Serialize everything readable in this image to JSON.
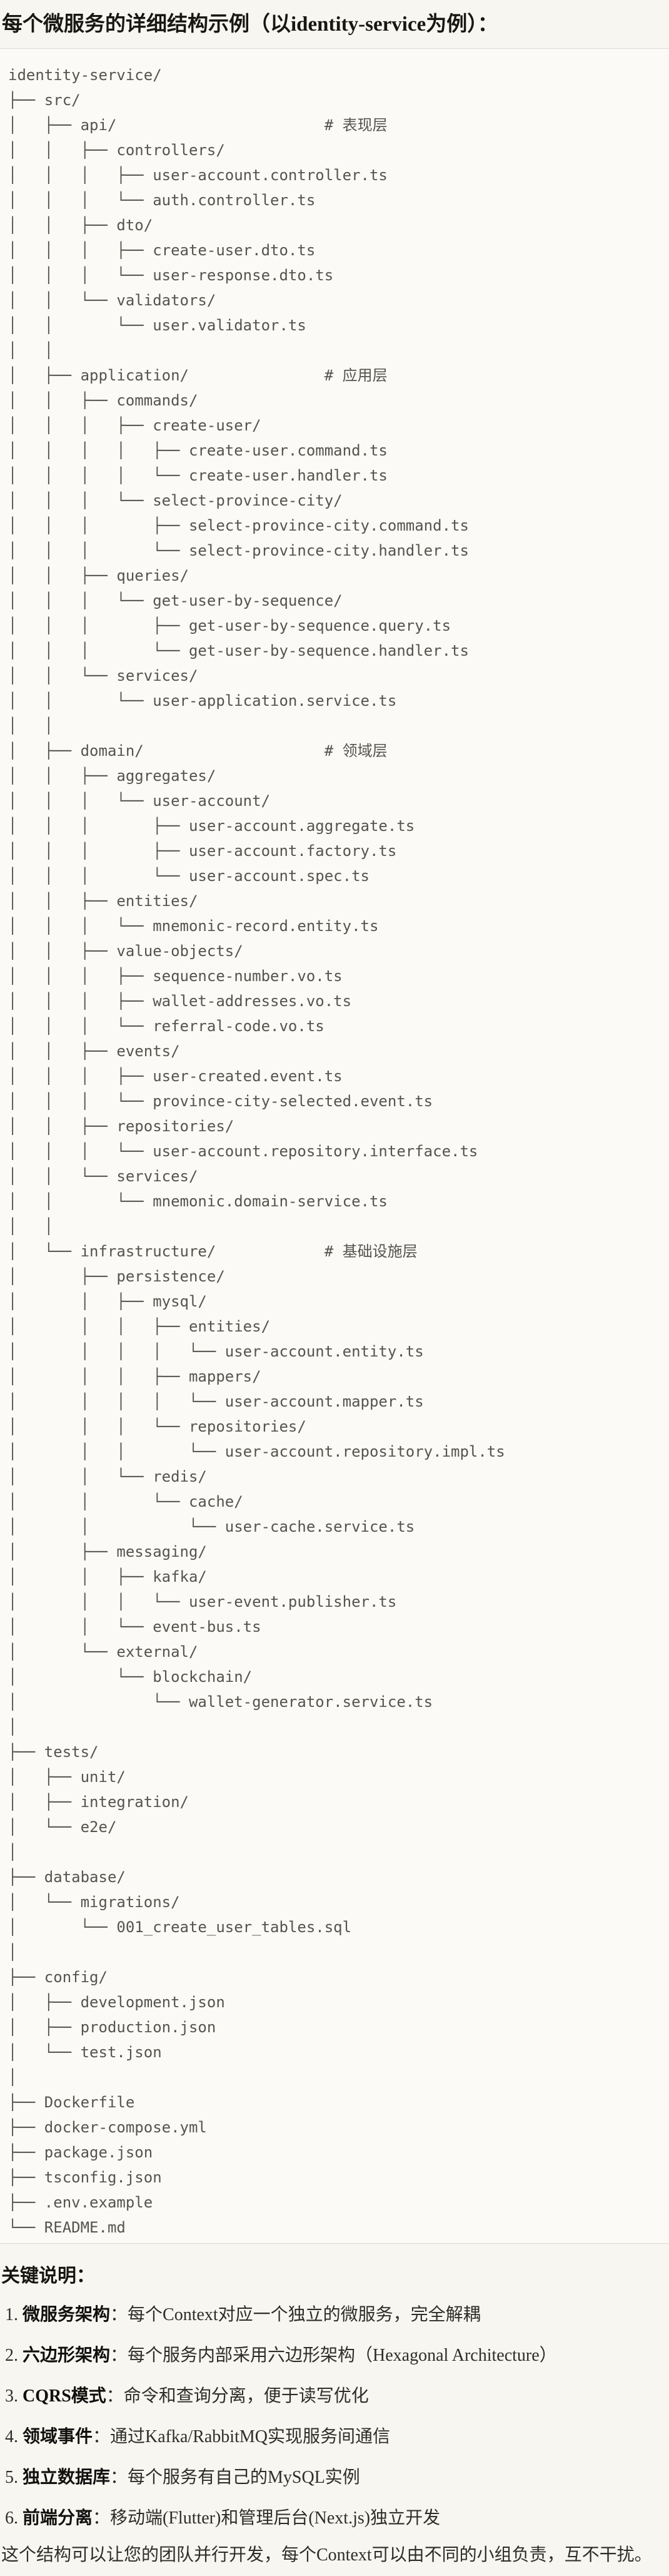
{
  "title": "每个微服务的详细结构示例（以identity-service为例）：",
  "code": {
    "language": "text",
    "tree_lines": [
      "identity-service/",
      "├── src/",
      "│   ├── api/                       # 表现层",
      "│   │   ├── controllers/",
      "│   │   │   ├── user-account.controller.ts",
      "│   │   │   └── auth.controller.ts",
      "│   │   ├── dto/",
      "│   │   │   ├── create-user.dto.ts",
      "│   │   │   └── user-response.dto.ts",
      "│   │   └── validators/",
      "│   │       └── user.validator.ts",
      "│   │",
      "│   ├── application/               # 应用层",
      "│   │   ├── commands/",
      "│   │   │   ├── create-user/",
      "│   │   │   │   ├── create-user.command.ts",
      "│   │   │   │   └── create-user.handler.ts",
      "│   │   │   └── select-province-city/",
      "│   │   │       ├── select-province-city.command.ts",
      "│   │   │       └── select-province-city.handler.ts",
      "│   │   ├── queries/",
      "│   │   │   └── get-user-by-sequence/",
      "│   │   │       ├── get-user-by-sequence.query.ts",
      "│   │   │       └── get-user-by-sequence.handler.ts",
      "│   │   └── services/",
      "│   │       └── user-application.service.ts",
      "│   │",
      "│   ├── domain/                    # 领域层",
      "│   │   ├── aggregates/",
      "│   │   │   └── user-account/",
      "│   │   │       ├── user-account.aggregate.ts",
      "│   │   │       ├── user-account.factory.ts",
      "│   │   │       └── user-account.spec.ts",
      "│   │   ├── entities/",
      "│   │   │   └── mnemonic-record.entity.ts",
      "│   │   ├── value-objects/",
      "│   │   │   ├── sequence-number.vo.ts",
      "│   │   │   ├── wallet-addresses.vo.ts",
      "│   │   │   └── referral-code.vo.ts",
      "│   │   ├── events/",
      "│   │   │   ├── user-created.event.ts",
      "│   │   │   └── province-city-selected.event.ts",
      "│   │   ├── repositories/",
      "│   │   │   └── user-account.repository.interface.ts",
      "│   │   └── services/",
      "│   │       └── mnemonic.domain-service.ts",
      "│   │",
      "│   └── infrastructure/            # 基础设施层",
      "│       ├── persistence/",
      "│       │   ├── mysql/",
      "│       │   │   ├── entities/",
      "│       │   │   │   └── user-account.entity.ts",
      "│       │   │   ├── mappers/",
      "│       │   │   │   └── user-account.mapper.ts",
      "│       │   │   └── repositories/",
      "│       │   │       └── user-account.repository.impl.ts",
      "│       │   └── redis/",
      "│       │       └── cache/",
      "│       │           └── user-cache.service.ts",
      "│       ├── messaging/",
      "│       │   ├── kafka/",
      "│       │   │   └── user-event.publisher.ts",
      "│       │   └── event-bus.ts",
      "│       └── external/",
      "│           └── blockchain/",
      "│               └── wallet-generator.service.ts",
      "│",
      "├── tests/",
      "│   ├── unit/",
      "│   ├── integration/",
      "│   └── e2e/",
      "│",
      "├── database/",
      "│   └── migrations/",
      "│       └── 001_create_user_tables.sql",
      "│",
      "├── config/",
      "│   ├── development.json",
      "│   ├── production.json",
      "│   └── test.json",
      "│",
      "├── Dockerfile",
      "├── docker-compose.yml",
      "├── package.json",
      "├── tsconfig.json",
      "├── .env.example",
      "└── README.md"
    ]
  },
  "notes": {
    "heading": "关键说明：",
    "items": [
      {
        "num": "1.",
        "term": "微服务架构",
        "desc": "：每个Context对应一个独立的微服务，完全解耦"
      },
      {
        "num": "2.",
        "term": "六边形架构",
        "desc": "：每个服务内部采用六边形架构（Hexagonal Architecture）"
      },
      {
        "num": "3.",
        "term": "CQRS模式",
        "desc": "：命令和查询分离，便于读写优化"
      },
      {
        "num": "4.",
        "term": "领域事件",
        "desc": "：通过Kafka/RabbitMQ实现服务间通信"
      },
      {
        "num": "5.",
        "term": "独立数据库",
        "desc": "：每个服务有自己的MySQL实例"
      },
      {
        "num": "6.",
        "term": "前端分离",
        "desc": "：移动端(Flutter)和管理后台(Next.js)独立开发"
      }
    ],
    "closing": "这个结构可以让您的团队并行开发，每个Context可以由不同的小组负责，互不干扰。"
  },
  "colors": {
    "page_bg": "#f8f6f1",
    "code_bg": "#fbfaf7",
    "code_border": "#dcdad4",
    "code_text": "#55544e",
    "heading_text": "#161511",
    "body_text": "#2e2d28"
  }
}
